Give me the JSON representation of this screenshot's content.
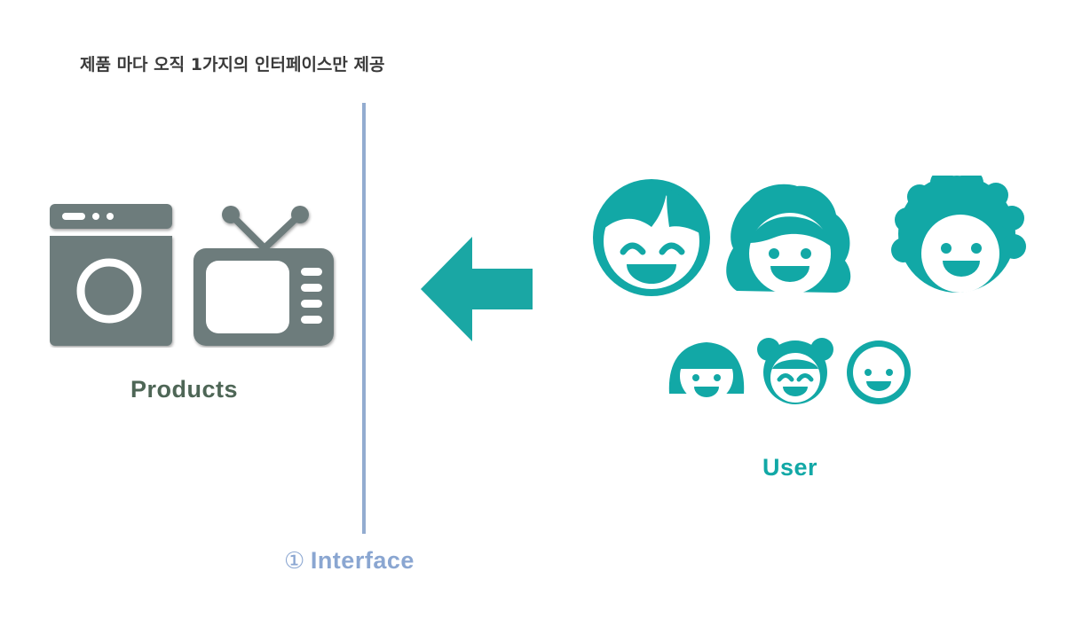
{
  "heading": "제품 마다 오직 1가지의 인터페이스만 제공",
  "products": {
    "label": "Products"
  },
  "user": {
    "label": "User"
  },
  "interface": {
    "number": "①",
    "label": "Interface"
  },
  "colors": {
    "product_gray": "#6d7b7c",
    "product_label": "#4e6656",
    "teal": "#12a8a6",
    "arrow": "#1aa7a4",
    "divider": "#93acd0",
    "interface_label": "#8aa6d1",
    "heading": "#3a3a3a"
  },
  "icons": [
    "washing-machine-icon",
    "television-icon",
    "left-arrow-icon",
    "user-face-icons"
  ]
}
